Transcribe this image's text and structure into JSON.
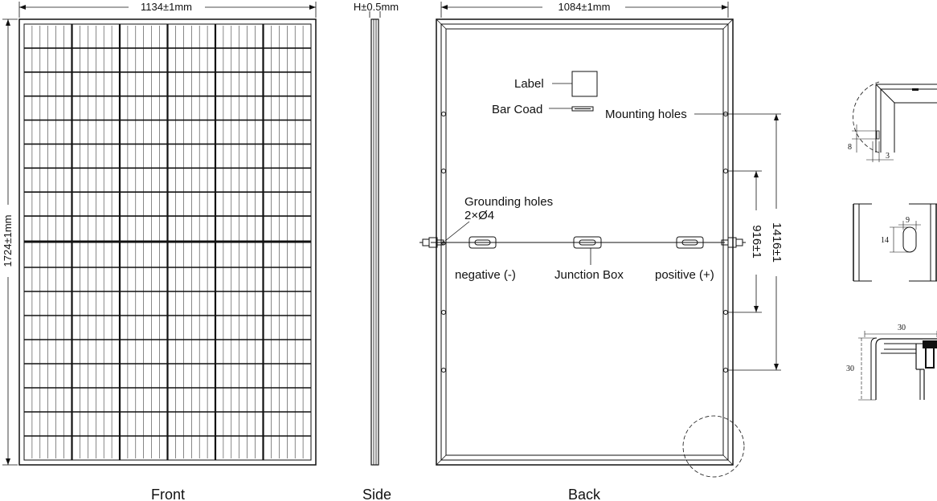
{
  "front": {
    "caption": "Front",
    "width_dim": "1134±1mm",
    "height_dim": "1724±1mm"
  },
  "side": {
    "caption": "Side",
    "height_dim": "H±0.5mm"
  },
  "back": {
    "caption": "Back",
    "width_dim": "1084±1mm",
    "label": "Label",
    "bar_code": "Bar Coad",
    "mounting_holes": "Mounting holes",
    "grounding_holes": "Grounding holes",
    "grounding_spec": "2×Ø4",
    "negative": "negative (-)",
    "junction_box": "Junction Box",
    "positive": "positive (+)",
    "dim_inner": "916±1",
    "dim_outer": "1416±1"
  },
  "details": {
    "corner": {
      "dim_a": "8",
      "dim_b": "3"
    },
    "hole": {
      "dim_w": "9",
      "dim_h": "14"
    },
    "frame": {
      "dim_w": "30",
      "dim_h": "30"
    }
  }
}
